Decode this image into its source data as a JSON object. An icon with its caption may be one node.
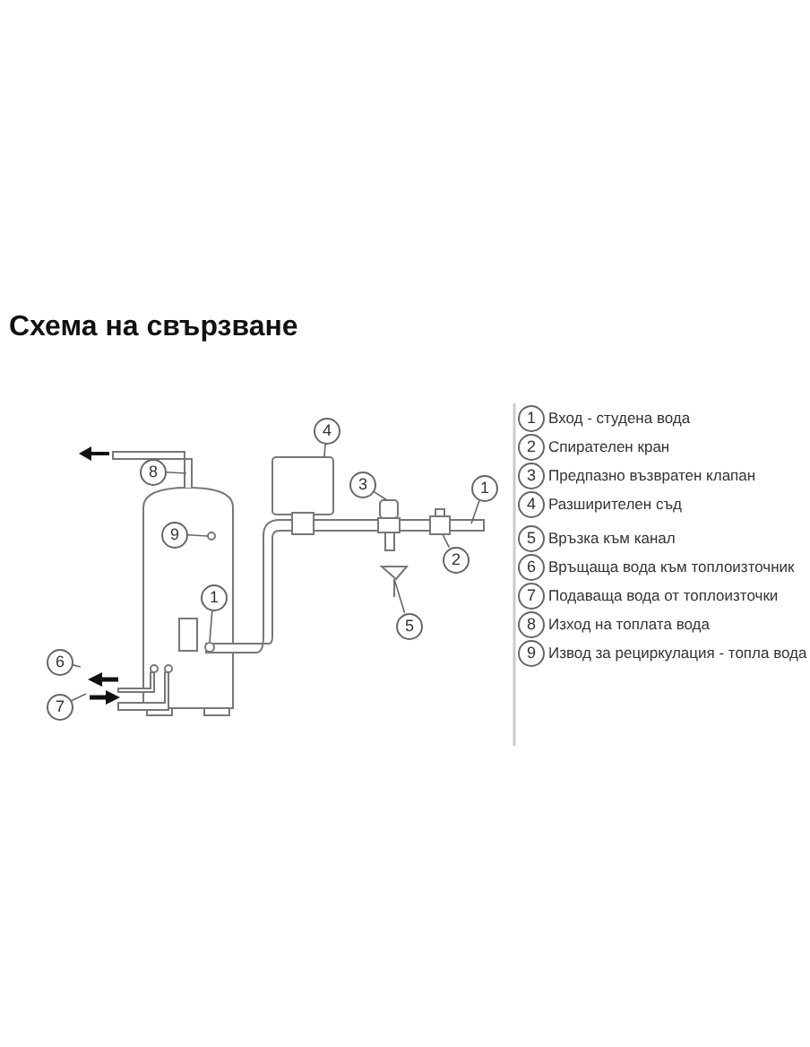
{
  "diagram": {
    "title": "Схема на свързване",
    "nodes": [
      {
        "text": [
          "4"
        ]
      },
      {
        "text": [
          "8"
        ]
      },
      {
        "text": [
          "3"
        ]
      },
      {
        "text": [
          "1"
        ]
      },
      {
        "text": [
          "9"
        ]
      },
      {
        "text": [
          "2"
        ]
      },
      {
        "text": [
          "1"
        ]
      },
      {
        "text": [
          "5"
        ]
      },
      {
        "text": [
          "6"
        ]
      },
      {
        "text": [
          "7"
        ]
      },
      {
        "text": [
          "1"
        ],
        "beside": [
          "Вход - студена вода"
        ]
      },
      {
        "text": [
          "2"
        ],
        "beside": [
          "Спирателен кран"
        ]
      },
      {
        "text": [
          "3"
        ],
        "beside": [
          "Предпазно възвратен клапан"
        ]
      },
      {
        "text": [
          "4"
        ],
        "beside": [
          "Разширителен съд"
        ]
      },
      {
        "text": [
          "5"
        ],
        "beside": [
          "Връзка към канал"
        ]
      },
      {
        "text": [
          "6"
        ],
        "beside": [
          "Връщаща вода към топлоизточник"
        ]
      },
      {
        "text": [
          "7"
        ],
        "beside": [
          "Подаваща вода от топлоизточки"
        ]
      },
      {
        "text": [
          "8"
        ],
        "beside": [
          "Изход на топлата вода"
        ]
      },
      {
        "text": [
          "9"
        ],
        "beside": [
          "Извод за рециркулация - топла вода"
        ]
      }
    ],
    "edges": [
      {
        "from": 0,
        "to": null,
        "arrow": "none"
      },
      {
        "from": 1,
        "to": null,
        "arrow": "none"
      },
      {
        "from": 2,
        "to": null,
        "arrow": "none"
      },
      {
        "from": 3,
        "to": null,
        "arrow": "none"
      },
      {
        "from": 4,
        "to": null,
        "arrow": "none"
      },
      {
        "from": 5,
        "to": null,
        "arrow": "none"
      },
      {
        "from": 6,
        "to": null,
        "arrow": "none"
      },
      {
        "from": 7,
        "to": null,
        "arrow": "none"
      },
      {
        "from": 8,
        "to": null,
        "arrow": "none"
      },
      {
        "from": 9,
        "to": null,
        "arrow": "none"
      }
    ]
  }
}
